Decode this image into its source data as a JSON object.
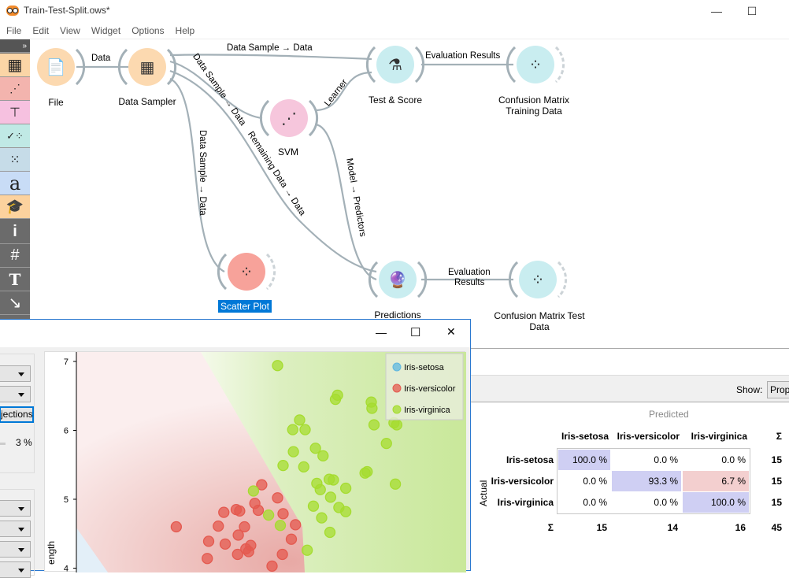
{
  "window": {
    "title": "Train-Test-Split.ows*",
    "minimize": "—",
    "maximize": "☐"
  },
  "menu": [
    "File",
    "Edit",
    "View",
    "Widget",
    "Options",
    "Help"
  ],
  "toolbar": {
    "expand": "»",
    "items": [
      "data",
      "visualize",
      "model",
      "evaluate",
      "unsupervised",
      "text",
      "educational"
    ],
    "tools": [
      "i",
      "#",
      "T",
      "↘"
    ]
  },
  "nodes": {
    "file": "File",
    "data_sampler": "Data Sampler",
    "svm": "SVM",
    "test_score": "Test & Score",
    "cm_train": "Confusion Matrix Training Data",
    "scatter": "Scatter Plot",
    "predictions": "Predictions",
    "cm_test": "Confusion Matrix Test Data"
  },
  "links": {
    "file_ds": "Data",
    "ds_ts": "Data Sample → Data",
    "ds_svm": "Data Sample → Data",
    "ds_pred": "Remaining Data → Data",
    "ds_scatter": "Data Sample → Data",
    "svm_ts": "Learner",
    "svm_pred": "Model → Predictors",
    "ts_cm": "Evaluation Results",
    "pred_cm_1": "Evaluation",
    "pred_cm_2": "Results"
  },
  "colors": {
    "orange": "#fcd9b0",
    "pink": "#f6c6dc",
    "cyan": "#c9edf0",
    "red": "#f7a29a",
    "setosa": "#5fb7e0",
    "versicolor": "#e4594f",
    "virginica": "#a5dc2f"
  },
  "scatter_window": {
    "button": "jections",
    "jitter": "3 %",
    "controls": {
      "minimize": "—",
      "maximize": "☐",
      "close": "✕"
    }
  },
  "chart_data": {
    "type": "scatter",
    "ylabel": "ength",
    "yticks": [
      "7",
      "6",
      "5",
      "4"
    ],
    "ylim": [
      3.9,
      7.15
    ],
    "xlim": [
      0,
      5.7
    ],
    "legend": [
      "Iris-setosa",
      "Iris-versicolor",
      "Iris-virginica"
    ],
    "legend_position": "top-right",
    "series": [
      {
        "name": "Iris-setosa",
        "points": []
      },
      {
        "name": "Iris-versicolor",
        "points": [
          [
            2.69,
            5.21
          ],
          [
            2.92,
            5.02
          ],
          [
            2.59,
            4.94
          ],
          [
            2.32,
            4.85
          ],
          [
            2.37,
            4.83
          ],
          [
            2.64,
            4.84
          ],
          [
            2.14,
            4.81
          ],
          [
            3.0,
            4.79
          ],
          [
            1.45,
            4.6
          ],
          [
            2.06,
            4.61
          ],
          [
            2.44,
            4.6
          ],
          [
            3.18,
            4.63
          ],
          [
            2.35,
            4.48
          ],
          [
            1.92,
            4.39
          ],
          [
            2.16,
            4.35
          ],
          [
            3.12,
            4.42
          ],
          [
            2.53,
            4.33
          ],
          [
            2.46,
            4.28
          ],
          [
            2.5,
            4.24
          ],
          [
            2.34,
            4.2
          ],
          [
            2.99,
            4.2
          ],
          [
            1.9,
            4.14
          ],
          [
            2.84,
            4.03
          ]
        ]
      },
      {
        "name": "Iris-virginica",
        "points": [
          [
            2.92,
            6.94
          ],
          [
            3.79,
            6.51
          ],
          [
            3.76,
            6.45
          ],
          [
            4.28,
            6.41
          ],
          [
            4.29,
            6.32
          ],
          [
            3.24,
            6.15
          ],
          [
            3.14,
            6.01
          ],
          [
            3.32,
            6.01
          ],
          [
            4.32,
            6.08
          ],
          [
            4.61,
            6.11
          ],
          [
            4.65,
            6.08
          ],
          [
            3.47,
            5.74
          ],
          [
            3.58,
            5.63
          ],
          [
            3.15,
            5.69
          ],
          [
            4.5,
            5.81
          ],
          [
            3.0,
            5.49
          ],
          [
            3.3,
            5.47
          ],
          [
            4.19,
            5.38
          ],
          [
            4.22,
            5.4
          ],
          [
            3.67,
            5.29
          ],
          [
            3.73,
            5.28
          ],
          [
            3.49,
            5.23
          ],
          [
            3.54,
            5.14
          ],
          [
            3.91,
            5.16
          ],
          [
            4.63,
            5.22
          ],
          [
            2.57,
            5.12
          ],
          [
            3.69,
            5.03
          ],
          [
            3.44,
            4.9
          ],
          [
            3.81,
            4.88
          ],
          [
            3.91,
            4.82
          ],
          [
            2.79,
            4.77
          ],
          [
            3.56,
            4.73
          ],
          [
            2.96,
            4.62
          ],
          [
            3.68,
            4.52
          ],
          [
            3.35,
            4.26
          ]
        ]
      }
    ]
  },
  "confusion": {
    "show_label": "Show:",
    "show_value": "Propo",
    "predicted": "Predicted",
    "actual": "Actual",
    "sigma": "Σ",
    "classes": [
      "Iris-setosa",
      "Iris-versicolor",
      "Iris-virginica"
    ],
    "rows": [
      [
        "100.0 %",
        "0.0 %",
        "0.0 %",
        "15"
      ],
      [
        "0.0 %",
        "93.3 %",
        "6.7 %",
        "15"
      ],
      [
        "0.0 %",
        "0.0 %",
        "100.0 %",
        "15"
      ]
    ],
    "col_totals": [
      "15",
      "14",
      "16",
      "45"
    ]
  }
}
